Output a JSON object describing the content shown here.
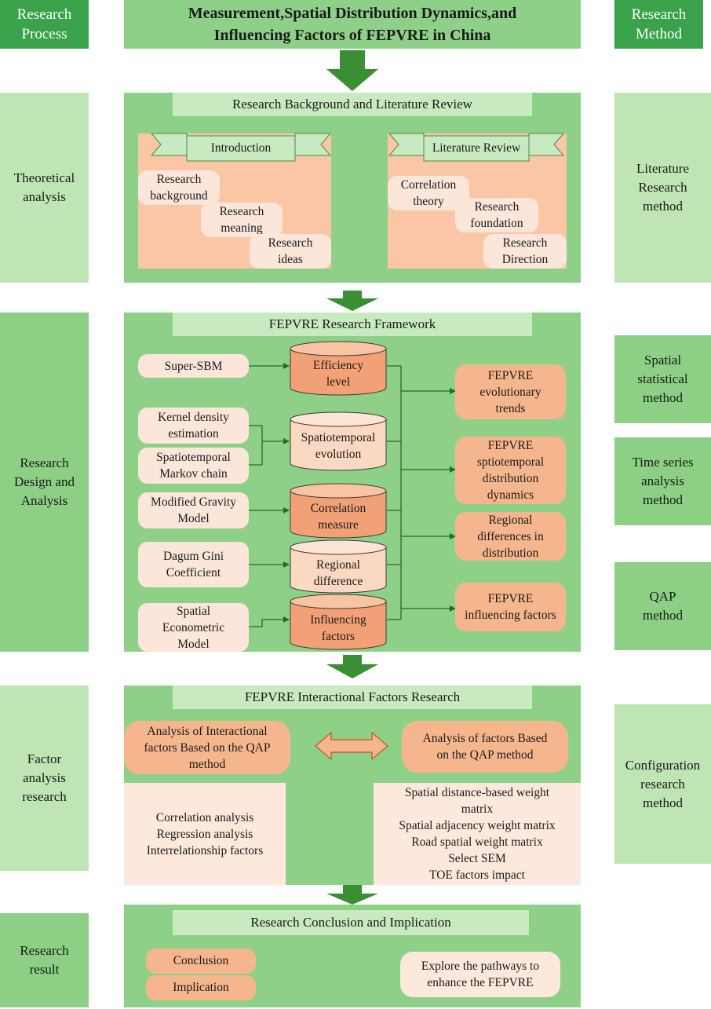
{
  "header": {
    "left": "Research\nProcess",
    "title": "Measurement,Spatial Distribution Dynamics,and\nInfluencing Factors of FEPVRE in China",
    "right": "Research\nMethod"
  },
  "stages": [
    "Theoretical\nanalysis",
    "Research\nDesign and\nAnalysis",
    "Factor\nanalysis\nresearch",
    "Research\nresult"
  ],
  "methods": [
    "Literature\nResearch\nmethod",
    "Spatial\nstatistical\nmethod",
    "Time series\nanalysis\nmethod",
    "QAP\nmethod",
    "Configuration\nresearch\nmethod"
  ],
  "background": {
    "title": "Research Background and Literature Review",
    "introduction": {
      "label": "Introduction",
      "items": [
        "Research\nbackground",
        "Research\nmeaning",
        "Research\nideas"
      ]
    },
    "literature": {
      "label": "Literature Review",
      "items": [
        "Correlation\ntheory",
        "Research\nfoundation",
        "Research\nDirection"
      ]
    }
  },
  "framework": {
    "title": "FEPVRE Research Framework",
    "methods": [
      "Super-SBM",
      "Kernel density\nestimation",
      "Spatiotemporal\nMarkov chain",
      "Modified Gravity\nModel",
      "Dagum Gini\nCoefficient",
      "Spatial\nEconometric\nModel"
    ],
    "cylinders": [
      "Efficiency\nlevel",
      "Spatiotemporal\nevolution",
      "Correlation\nmeasure",
      "Regional\ndifference",
      "Influencing\nfactors"
    ],
    "outputs": [
      "FEPVRE\nevolutionary\ntrends",
      "FEPVRE\nsptiotemporal\ndistribution\ndynamics",
      "Regional\ndifferences in\ndistribution",
      "FEPVRE\ninfluencing factors"
    ]
  },
  "interactional": {
    "title": "FEPVRE  Interactional  Factors Research",
    "left_label": "Analysis of Interactional\nfactors Based on the QAP\nmethod",
    "right_label": "Analysis of  factors Based\non the QAP method",
    "left_items": "Correlation analysis\nRegression analysis\nInterrelationship factors",
    "right_items": "Spatial distance-based weight\nmatrix\nSpatial adjacency weight matrix\nRoad spatial weight matrix\nSelect SEM\nTOE factors impact"
  },
  "conclusion": {
    "title": "Research Conclusion and Implication",
    "items": [
      "Conclusion",
      "Implication"
    ],
    "explore": "Explore the pathways to\nenhance the FEPVRE"
  },
  "colors": {
    "dark_green": "#3aa24a",
    "panel_green": "#8fd088",
    "light_green": "#bfe5b4",
    "peach": "#fbc6a5",
    "orange": "#f6b68d",
    "arrow_green": "#3a8e33",
    "line_green": "#1f6e24"
  }
}
